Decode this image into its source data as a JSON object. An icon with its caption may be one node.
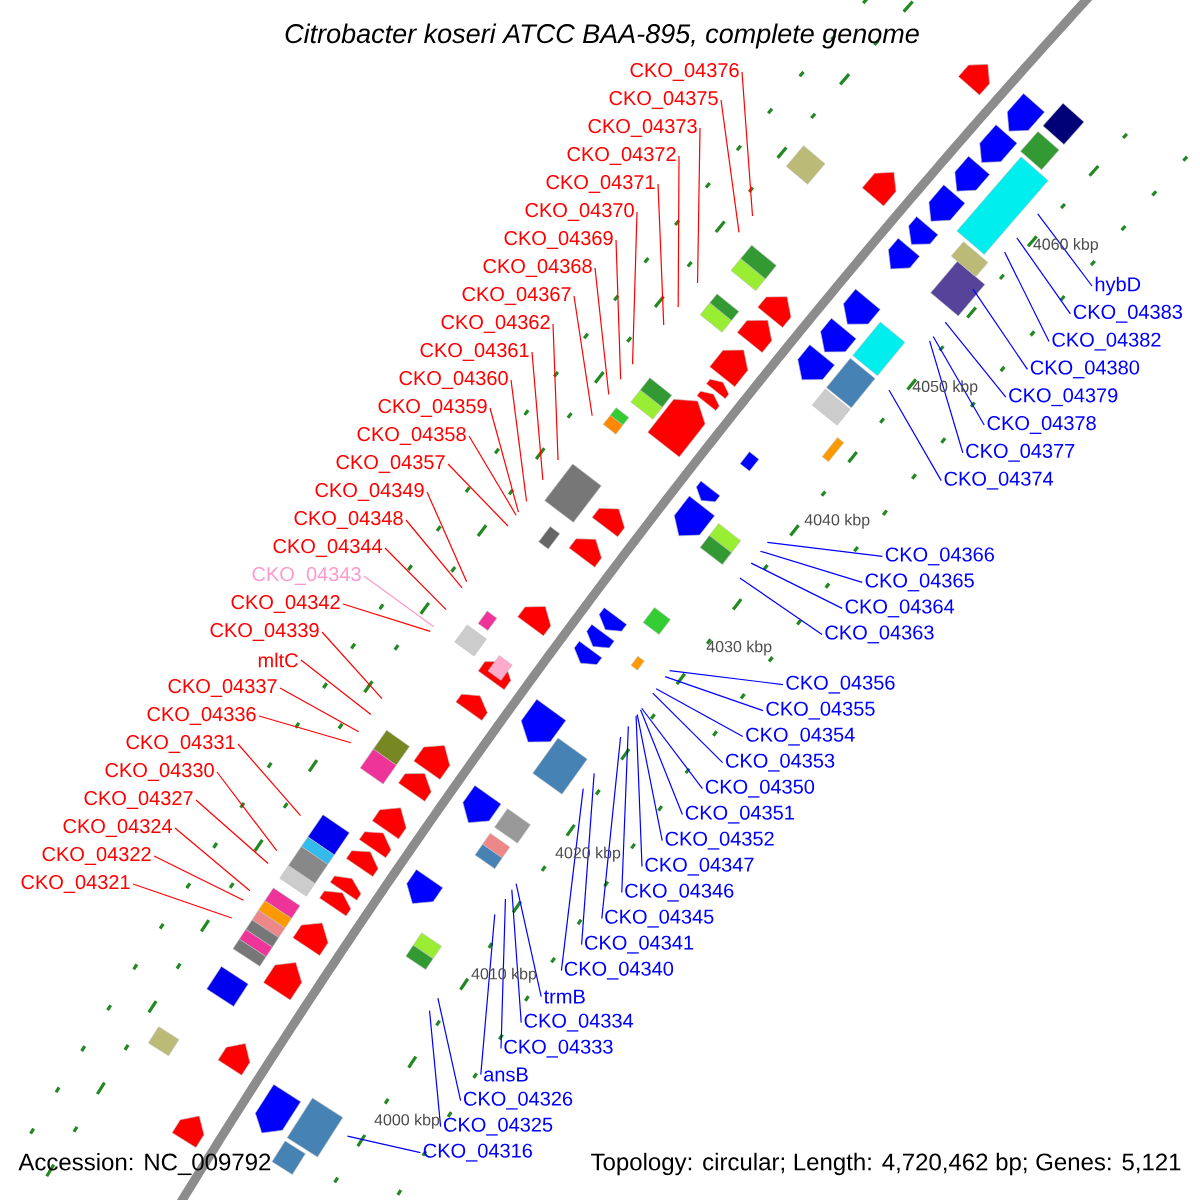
{
  "diagram": {
    "title": "Citrobacter koseri ATCC BAA-895, complete genome",
    "nodes": [
      {
        "text": [
          "CKO_04376"
        ]
      },
      {
        "text": [
          "CKO_04375"
        ]
      },
      {
        "text": [
          "CKO_04373"
        ]
      },
      {
        "text": [
          "CKO_04372"
        ]
      },
      {
        "text": [
          "CKO_04371"
        ]
      },
      {
        "text": [
          "CKO_04370"
        ]
      },
      {
        "text": [
          "CKO_04369"
        ]
      },
      {
        "text": [
          "CKO_04368"
        ]
      },
      {
        "text": [
          "CKO_04367"
        ]
      },
      {
        "text": [
          "CKO_04362"
        ]
      },
      {
        "text": [
          "CKO_04361"
        ]
      },
      {
        "text": [
          "CKO_04360"
        ]
      },
      {
        "text": [
          "CKO_04359"
        ]
      },
      {
        "text": [
          "CKO_04358"
        ]
      },
      {
        "text": [
          "CKO_04357"
        ]
      },
      {
        "text": [
          "CKO_04349"
        ]
      },
      {
        "text": [
          "CKO_04348"
        ]
      },
      {
        "text": [
          "CKO_04344"
        ]
      },
      {
        "text": [
          "CKO_04343"
        ]
      },
      {
        "text": [
          "CKO_04342"
        ]
      },
      {
        "text": [
          "CKO_04339"
        ]
      },
      {
        "text": [
          "mltC"
        ]
      },
      {
        "text": [
          "CKO_04337"
        ]
      },
      {
        "text": [
          "CKO_04336"
        ]
      },
      {
        "text": [
          "CKO_04331"
        ]
      },
      {
        "text": [
          "CKO_04330"
        ]
      },
      {
        "text": [
          "CKO_04327"
        ]
      },
      {
        "text": [
          "CKO_04324"
        ]
      },
      {
        "text": [
          "CKO_04322"
        ]
      },
      {
        "text": [
          "CKO_04321"
        ]
      },
      {
        "text": [
          "hybD"
        ]
      },
      {
        "text": [
          "CKO_04383"
        ]
      },
      {
        "text": [
          "CKO_04382"
        ]
      },
      {
        "text": [
          "CKO_04380"
        ]
      },
      {
        "text": [
          "CKO_04379"
        ]
      },
      {
        "text": [
          "CKO_04378"
        ]
      },
      {
        "text": [
          "CKO_04377"
        ]
      },
      {
        "text": [
          "CKO_04374"
        ]
      },
      {
        "text": [
          "CKO_04366"
        ]
      },
      {
        "text": [
          "CKO_04365"
        ]
      },
      {
        "text": [
          "CKO_04364"
        ]
      },
      {
        "text": [
          "CKO_04363"
        ]
      },
      {
        "text": [
          "CKO_04356"
        ]
      },
      {
        "text": [
          "CKO_04355"
        ]
      },
      {
        "text": [
          "CKO_04354"
        ]
      },
      {
        "text": [
          "CKO_04353"
        ]
      },
      {
        "text": [
          "CKO_04350"
        ]
      },
      {
        "text": [
          "CKO_04351"
        ]
      },
      {
        "text": [
          "CKO_04352"
        ]
      },
      {
        "text": [
          "CKO_04347"
        ]
      },
      {
        "text": [
          "CKO_04346"
        ]
      },
      {
        "text": [
          "CKO_04345"
        ]
      },
      {
        "text": [
          "CKO_04341"
        ]
      },
      {
        "text": [
          "CKO_04340"
        ]
      },
      {
        "text": [
          "trmB"
        ]
      },
      {
        "text": [
          "CKO_04334"
        ]
      },
      {
        "text": [
          "CKO_04333"
        ]
      },
      {
        "text": [
          "ansB"
        ]
      },
      {
        "text": [
          "CKO_04326"
        ]
      },
      {
        "text": [
          "CKO_04325"
        ]
      },
      {
        "text": [
          "CKO_04316"
        ]
      }
    ],
    "edges": [
      {
        "from": 0,
        "to": null,
        "arrow": "none",
        "color": "#ff0000"
      },
      {
        "from": 1,
        "to": null,
        "arrow": "none",
        "color": "#ff0000"
      },
      {
        "from": 2,
        "to": null,
        "arrow": "none",
        "color": "#ff0000"
      },
      {
        "from": 3,
        "to": null,
        "arrow": "none",
        "color": "#ff0000"
      },
      {
        "from": 4,
        "to": null,
        "arrow": "none",
        "color": "#ff0000"
      },
      {
        "from": 5,
        "to": null,
        "arrow": "none",
        "color": "#ff0000"
      },
      {
        "from": 6,
        "to": null,
        "arrow": "none",
        "color": "#ff0000"
      },
      {
        "from": 7,
        "to": null,
        "arrow": "none",
        "color": "#ff0000"
      },
      {
        "from": 8,
        "to": null,
        "arrow": "none",
        "color": "#ff0000"
      },
      {
        "from": 9,
        "to": null,
        "arrow": "none",
        "color": "#ff0000"
      },
      {
        "from": 10,
        "to": null,
        "arrow": "none",
        "color": "#ff0000"
      },
      {
        "from": 11,
        "to": null,
        "arrow": "none",
        "color": "#ff0000"
      },
      {
        "from": 12,
        "to": null,
        "arrow": "none",
        "color": "#ff0000"
      },
      {
        "from": 13,
        "to": null,
        "arrow": "none",
        "color": "#ff0000"
      },
      {
        "from": 14,
        "to": null,
        "arrow": "none",
        "color": "#ff0000"
      },
      {
        "from": 15,
        "to": null,
        "arrow": "none",
        "color": "#ff0000"
      },
      {
        "from": 16,
        "to": null,
        "arrow": "none",
        "color": "#ff0000"
      },
      {
        "from": 17,
        "to": null,
        "arrow": "none",
        "color": "#ff0000"
      },
      {
        "from": 18,
        "to": null,
        "arrow": "none",
        "color": "#ff99cc"
      },
      {
        "from": 19,
        "to": null,
        "arrow": "none",
        "color": "#ff0000"
      },
      {
        "from": 20,
        "to": null,
        "arrow": "none",
        "color": "#ff0000"
      },
      {
        "from": 21,
        "to": null,
        "arrow": "none",
        "color": "#ff0000"
      },
      {
        "from": 22,
        "to": null,
        "arrow": "none",
        "color": "#ff0000"
      },
      {
        "from": 23,
        "to": null,
        "arrow": "none",
        "color": "#ff0000"
      },
      {
        "from": 24,
        "to": null,
        "arrow": "none",
        "color": "#ff0000"
      },
      {
        "from": 25,
        "to": null,
        "arrow": "none",
        "color": "#ff0000"
      },
      {
        "from": 26,
        "to": null,
        "arrow": "none",
        "color": "#ff0000"
      },
      {
        "from": 27,
        "to": null,
        "arrow": "none",
        "color": "#ff0000"
      },
      {
        "from": 28,
        "to": null,
        "arrow": "none",
        "color": "#ff0000"
      },
      {
        "from": 29,
        "to": null,
        "arrow": "none",
        "color": "#ff0000"
      },
      {
        "from": 30,
        "to": null,
        "arrow": "none"
      },
      {
        "from": 31,
        "to": null,
        "arrow": "none"
      },
      {
        "from": 32,
        "to": null,
        "arrow": "none"
      },
      {
        "from": 33,
        "to": null,
        "arrow": "none"
      },
      {
        "from": 34,
        "to": null,
        "arrow": "none"
      },
      {
        "from": 35,
        "to": null,
        "arrow": "none"
      },
      {
        "from": 36,
        "to": null,
        "arrow": "none"
      },
      {
        "from": 37,
        "to": null,
        "arrow": "none"
      },
      {
        "from": 38,
        "to": null,
        "arrow": "none"
      },
      {
        "from": 39,
        "to": null,
        "arrow": "none"
      },
      {
        "from": 40,
        "to": null,
        "arrow": "none"
      },
      {
        "from": 41,
        "to": null,
        "arrow": "none"
      },
      {
        "from": 42,
        "to": null,
        "arrow": "none"
      },
      {
        "from": 43,
        "to": null,
        "arrow": "none"
      },
      {
        "from": 44,
        "to": null,
        "arrow": "none"
      },
      {
        "from": 45,
        "to": null,
        "arrow": "none"
      },
      {
        "from": 46,
        "to": null,
        "arrow": "none"
      },
      {
        "from": 47,
        "to": null,
        "arrow": "none"
      },
      {
        "from": 48,
        "to": null,
        "arrow": "none"
      },
      {
        "from": 49,
        "to": null,
        "arrow": "none"
      },
      {
        "from": 50,
        "to": null,
        "arrow": "none"
      },
      {
        "from": 51,
        "to": null,
        "arrow": "none"
      },
      {
        "from": 52,
        "to": null,
        "arrow": "none"
      },
      {
        "from": 53,
        "to": null,
        "arrow": "none"
      },
      {
        "from": 54,
        "to": null,
        "arrow": "none"
      },
      {
        "from": 55,
        "to": null,
        "arrow": "none"
      },
      {
        "from": 56,
        "to": null,
        "arrow": "none"
      },
      {
        "from": 57,
        "to": null,
        "arrow": "none"
      },
      {
        "from": 58,
        "to": null,
        "arrow": "none"
      },
      {
        "from": 59,
        "to": null,
        "arrow": "none"
      },
      {
        "from": 60,
        "to": null,
        "arrow": "none"
      }
    ],
    "labels": [
      "4060 kbp",
      "4050 kbp",
      "4040 kbp",
      "4030 kbp",
      "4020 kbp",
      "4010 kbp",
      "4000 kbp",
      "Accession: NC_009792",
      "Topology: circular; Length: 4,720,462 bp; Genes: 5,121"
    ]
  }
}
